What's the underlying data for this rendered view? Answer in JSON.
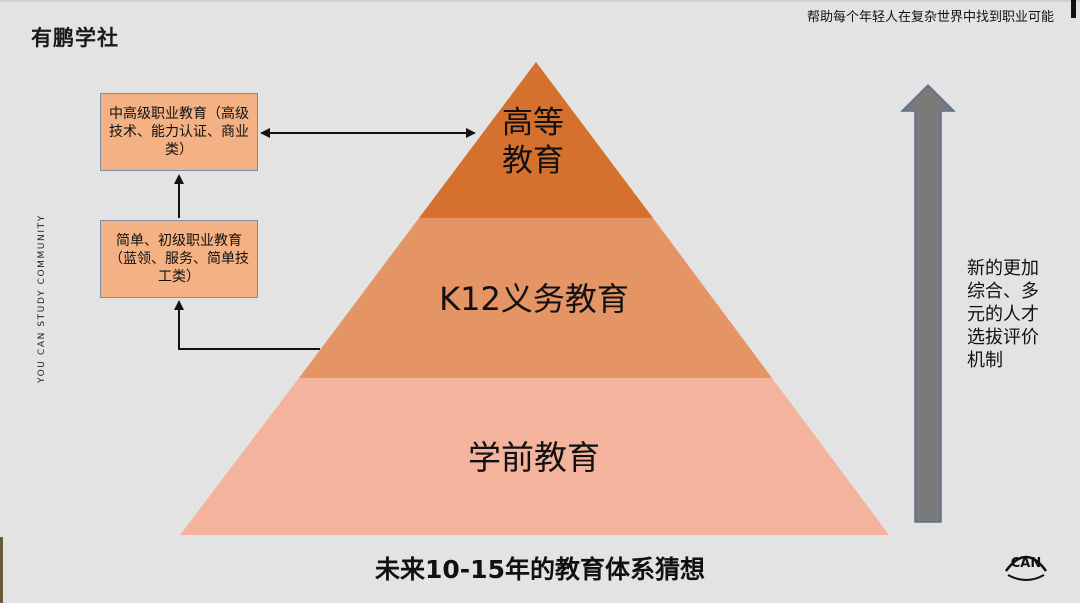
{
  "header": {
    "logo": "有鹏学社",
    "tagline": "帮助每个年轻人在复杂世界中找到职业可能",
    "vertical_text": "YOU CAN STUDY COMMUNITY"
  },
  "pyramid": {
    "top": {
      "label": "高等\n教育",
      "color": "#d5702f"
    },
    "middle": {
      "label": "K12义务教育",
      "color": "#e59466"
    },
    "bottom": {
      "label": "学前教育",
      "color": "#f3b39c"
    }
  },
  "boxes": {
    "upper": {
      "text": "中高级职业教育（高级技术、能力认证、商业类）"
    },
    "lower": {
      "text": "简单、初级职业教育（蓝领、服务、简单技工类）"
    },
    "fill_color": "#f4b183"
  },
  "side_note": {
    "text": "新的更加综合、多元的人才选拔评价机制"
  },
  "caption": "未来10-15年的教育体系猜想",
  "badge": "CAN"
}
